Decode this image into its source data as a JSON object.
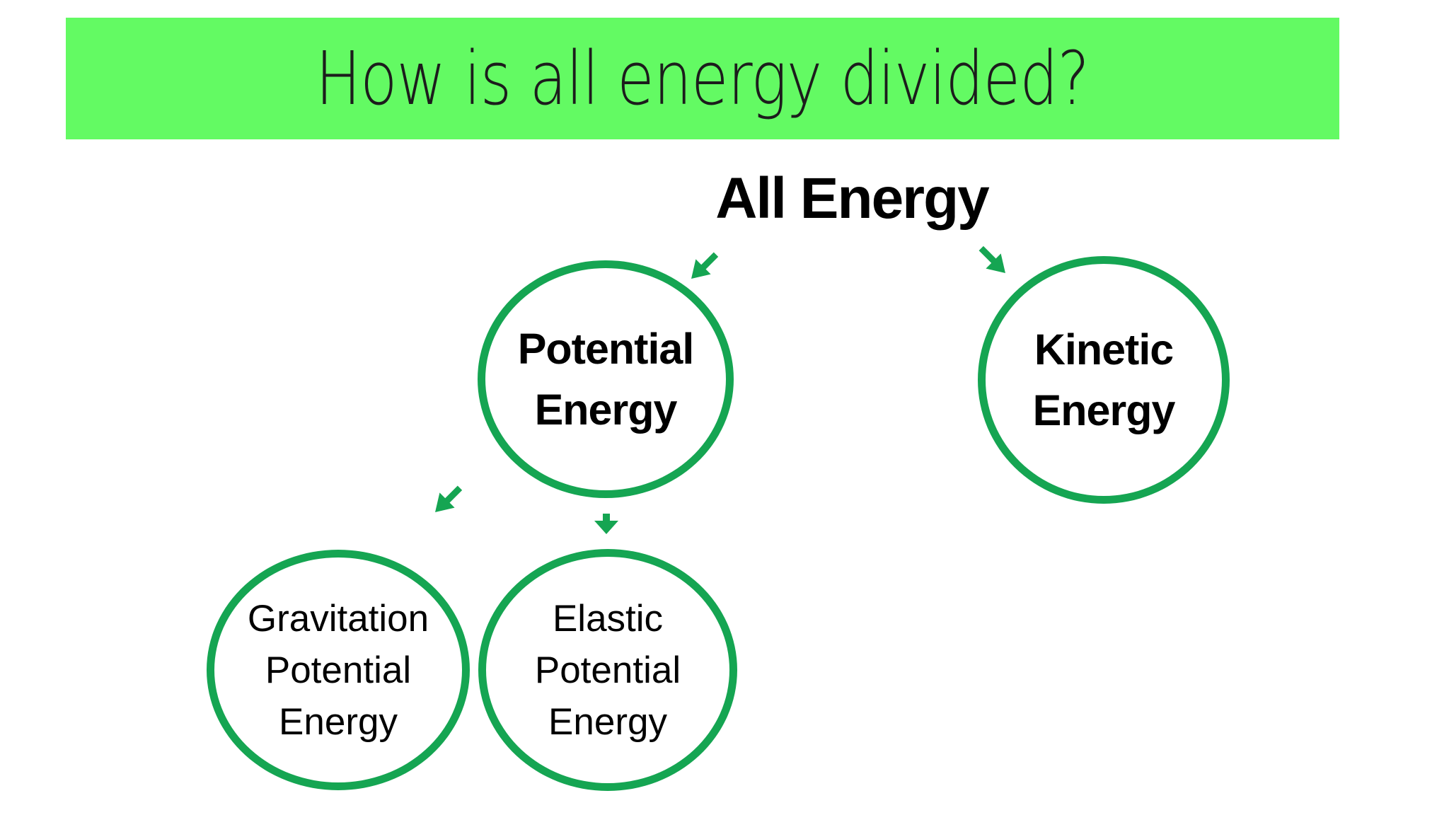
{
  "slide": {
    "title": "How is all energy divided?"
  },
  "colors": {
    "banner_green": "#63fa63",
    "accent_green": "#15a552",
    "ink": "#1c1c1c",
    "background": "#ffffff"
  },
  "nodes": {
    "root": {
      "label": "All Energy"
    },
    "potential": {
      "line1": "Potential",
      "line2": "Energy"
    },
    "kinetic": {
      "line1": "Kinetic",
      "line2": "Energy"
    },
    "gravitation": {
      "line1": "Gravitation",
      "line2": "Potential",
      "line3": "Energy"
    },
    "elastic": {
      "line1": "Elastic",
      "line2": "Potential",
      "line3": "Energy"
    }
  },
  "icons": {
    "arrow_all_to_potential": "arrow-down-left",
    "arrow_all_to_kinetic": "arrow-down-right",
    "arrow_potential_to_gravitation": "arrow-down-left",
    "arrow_potential_to_elastic": "arrow-down"
  }
}
